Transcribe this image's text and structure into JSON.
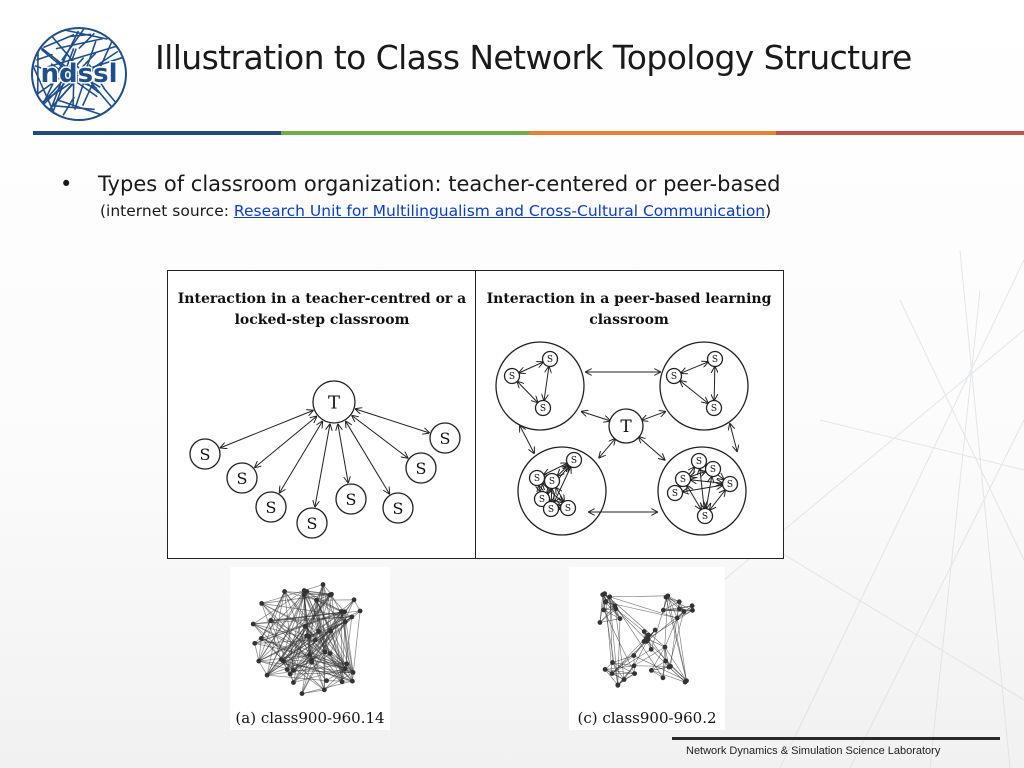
{
  "slide": {
    "title": "Illustration to Class Network Topology Structure",
    "logo_text": "ndssl",
    "title_bar_colors": [
      "#1f4e79",
      "#70ad47",
      "#ed7d31",
      "#c0504d"
    ]
  },
  "content": {
    "bullet_symbol": "•",
    "bullet_text": "Types of classroom organization: teacher-centered or peer-based",
    "source_prefix": "(internet source: ",
    "source_link": "Research Unit for Multilingualism and Cross-Cultural Communication",
    "source_suffix": ")"
  },
  "diagram": {
    "left_title": "Interaction in a teacher-centred or a locked-step classroom",
    "right_title": "Interaction in a peer-based learning classroom",
    "teacher_label": "T",
    "student_label": "S"
  },
  "networks": [
    {
      "caption": "(a) class900-960.14"
    },
    {
      "caption": "(c) class900-960.2"
    }
  ],
  "footer": {
    "text": "Network Dynamics & Simulation Science Laboratory"
  }
}
